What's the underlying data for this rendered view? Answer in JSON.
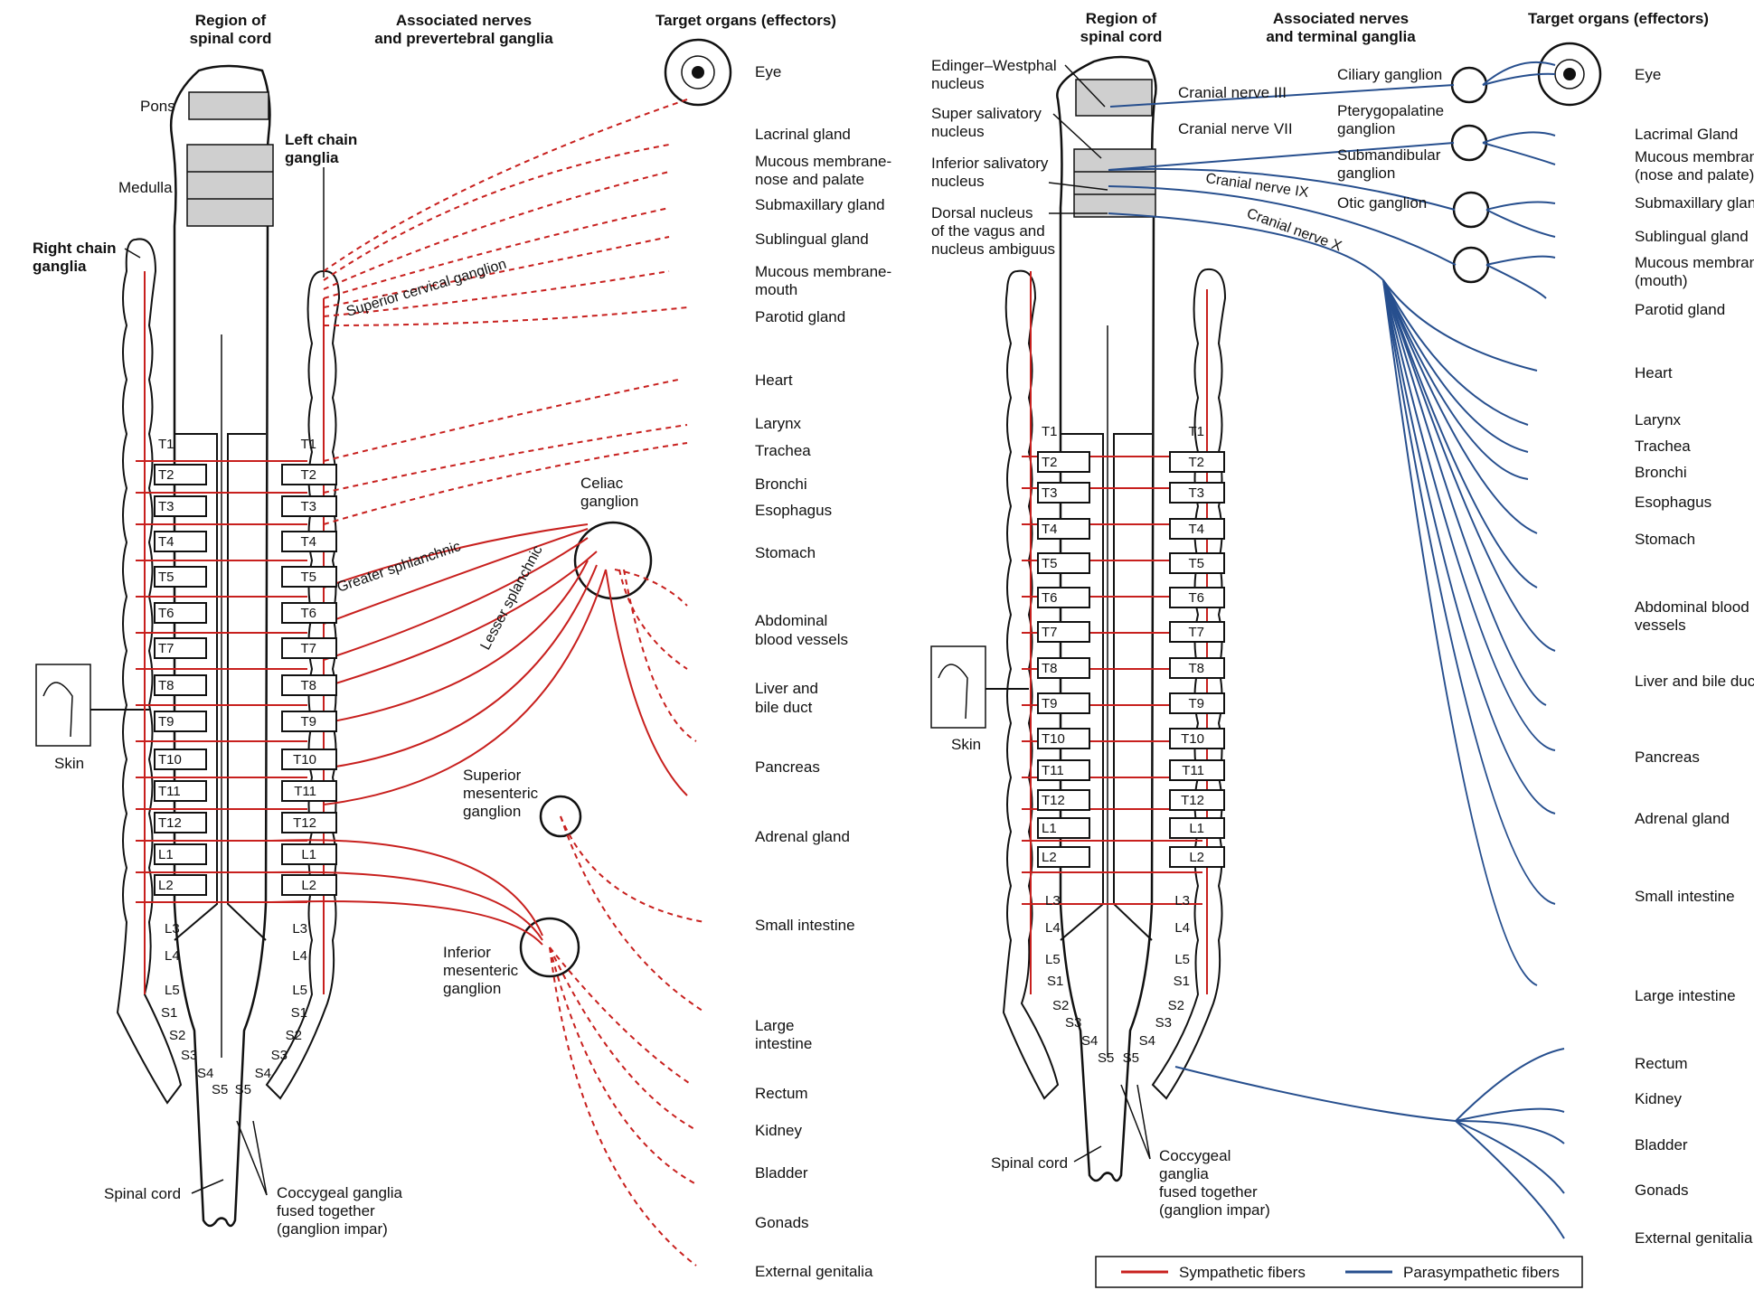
{
  "left_panel": {
    "headers": {
      "region": [
        "Region of",
        "spinal cord"
      ],
      "nerves": [
        "Associated nerves",
        "and prevertebral ganglia"
      ],
      "targets": "Target organs (effectors)"
    },
    "brainstem": [
      "Pons",
      "Medulla"
    ],
    "chain_labels": {
      "left": [
        "Left chain",
        "ganglia"
      ],
      "right": [
        "Right chain",
        "ganglia"
      ]
    },
    "segments": [
      "T1",
      "T2",
      "T3",
      "T4",
      "T5",
      "T6",
      "T7",
      "T8",
      "T9",
      "T10",
      "T11",
      "T12",
      "L1",
      "L2"
    ],
    "lower_segments": [
      "L3",
      "L4",
      "L5",
      "S1",
      "S2",
      "S3",
      "S4",
      "S5"
    ],
    "skin": "Skin",
    "nerve_labels": [
      "Superior cervical ganglion",
      "Greater sphlanchnic",
      "Lesser splanchnic"
    ],
    "ganglia": {
      "celiac": [
        "Celiac",
        "ganglion"
      ],
      "sup_mes": [
        "Superior",
        "mesenteric",
        "ganglion"
      ],
      "inf_mes": [
        "Inferior",
        "mesenteric",
        "ganglion"
      ]
    },
    "bottom": {
      "spinal_cord": "Spinal cord",
      "coccygeal": [
        "Coccygeal ganglia",
        "fused together",
        "(ganglion impar)"
      ]
    },
    "organs": [
      [
        "Eye"
      ],
      [
        "Lacrinal gland"
      ],
      [
        "Mucous membrane-",
        "nose and palate"
      ],
      [
        "Submaxillary gland"
      ],
      [
        "Sublingual gland"
      ],
      [
        "Mucous membrane-",
        "mouth"
      ],
      [
        "Parotid gland"
      ],
      [
        "Heart"
      ],
      [
        "Larynx"
      ],
      [
        "Trachea"
      ],
      [
        "Bronchi"
      ],
      [
        "Esophagus"
      ],
      [
        "Stomach"
      ],
      [
        "Abdominal",
        "blood vessels"
      ],
      [
        "Liver and",
        "bile duct"
      ],
      [
        "Pancreas"
      ],
      [
        "Adrenal gland"
      ],
      [
        "Small intestine"
      ],
      [
        "Large",
        "intestine"
      ],
      [
        "Rectum"
      ],
      [
        "Kidney"
      ],
      [
        "Bladder"
      ],
      [
        "Gonads"
      ],
      [
        "External genitalia"
      ]
    ]
  },
  "right_panel": {
    "headers": {
      "region": [
        "Region of",
        "spinal cord"
      ],
      "nerves": [
        "Associated nerves",
        "and terminal ganglia"
      ],
      "targets": "Target organs (effectors)"
    },
    "nuclei": [
      [
        "Edinger–Westphal",
        "nucleus"
      ],
      [
        "Super salivatory",
        "nucleus"
      ],
      [
        "Inferior salivatory",
        "nucleus"
      ],
      [
        "Dorsal nucleus",
        "of the vagus and",
        "nucleus ambiguus"
      ]
    ],
    "cranial_nerves": [
      "Cranial nerve III",
      "Cranial nerve VII",
      "Cranial nerve IX",
      "Cranial nerve X"
    ],
    "terminal_ganglia": [
      [
        "Ciliary ganglion"
      ],
      [
        "Pterygopalatine",
        "ganglion"
      ],
      [
        "Submandibular",
        "ganglion"
      ],
      [
        "Otic ganglion"
      ]
    ],
    "segments": [
      "T1",
      "T2",
      "T3",
      "T4",
      "T5",
      "T6",
      "T7",
      "T8",
      "T9",
      "T10",
      "T11",
      "T12",
      "L1",
      "L2"
    ],
    "lower_segments": [
      "L3",
      "L4",
      "L5",
      "S1",
      "S2",
      "S3",
      "S4",
      "S5"
    ],
    "skin": "Skin",
    "bottom": {
      "spinal_cord": "Spinal cord",
      "coccygeal": [
        "Coccygeal",
        "ganglia",
        "fused together",
        "(ganglion impar)"
      ]
    },
    "organs": [
      [
        "Eye"
      ],
      [
        "Lacrimal Gland"
      ],
      [
        "Mucous membrane",
        "(nose and palate)"
      ],
      [
        "Submaxillary gland"
      ],
      [
        "Sublingual gland"
      ],
      [
        "Mucous membrane",
        "(mouth)"
      ],
      [
        "Parotid gland"
      ],
      [
        "Heart"
      ],
      [
        "Larynx"
      ],
      [
        "Trachea"
      ],
      [
        "Bronchi"
      ],
      [
        "Esophagus"
      ],
      [
        "Stomach"
      ],
      [
        "Abdominal blood",
        "vessels"
      ],
      [
        "Liver and bile duct"
      ],
      [
        "Pancreas"
      ],
      [
        "Adrenal gland"
      ],
      [
        "Small intestine"
      ],
      [
        "Large intestine"
      ],
      [
        "Rectum"
      ],
      [
        "Kidney"
      ],
      [
        "Bladder"
      ],
      [
        "Gonads"
      ],
      [
        "External genitalia"
      ]
    ]
  },
  "legend": {
    "sympathetic": "Sympathetic fibers",
    "parasympathetic": "Parasympathetic fibers"
  },
  "colors": {
    "sympathetic": "#c8201e",
    "parasympathetic": "#274f8e",
    "gray_matter": "#cfcfcf",
    "outline": "#111111"
  }
}
